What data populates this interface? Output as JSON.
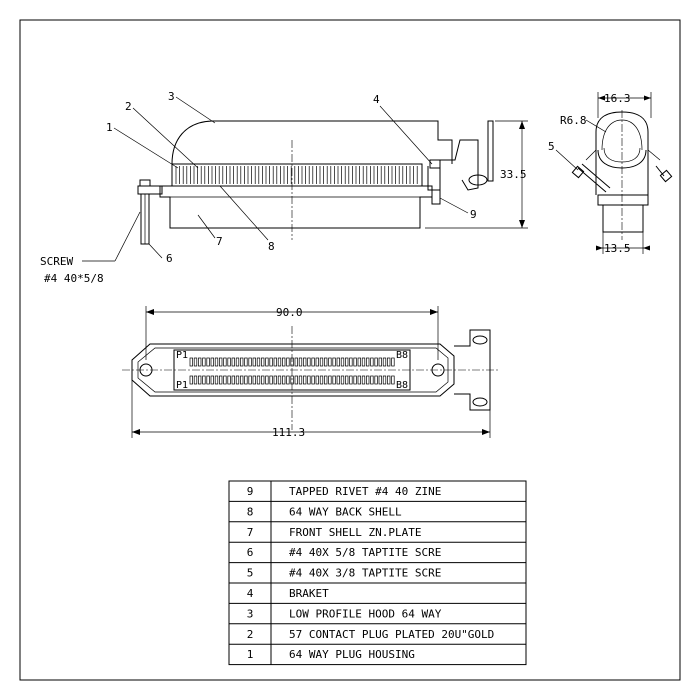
{
  "callouts": {
    "c1": "1",
    "c2": "2",
    "c3": "3",
    "c4": "4",
    "c5": "5",
    "c6": "6",
    "c7": "7",
    "c8": "8",
    "c9": "9"
  },
  "screw_label": {
    "line1": "SCREW",
    "line2": "#4 40*5/8"
  },
  "dimensions": {
    "height": "33.5",
    "side_top": "16.3",
    "side_bottom": "13.5",
    "radius": "R6.8",
    "inner_length": "90.0",
    "overall_length": "111.3"
  },
  "connector_pins": {
    "left_top": "P1",
    "left_bottom": "P1",
    "right_top": "B8",
    "right_bottom": "B8"
  },
  "bom": [
    {
      "no": "9",
      "desc": "TAPPED RIVET #4 40 ZINE"
    },
    {
      "no": "8",
      "desc": "64 WAY BACK SHELL"
    },
    {
      "no": "7",
      "desc": "FRONT SHELL ZN.PLATE"
    },
    {
      "no": "6",
      "desc": "#4 40X 5/8 TAPTITE SCRE"
    },
    {
      "no": "5",
      "desc": "#4 40X 3/8 TAPTITE SCRE"
    },
    {
      "no": "4",
      "desc": "BRAKET"
    },
    {
      "no": "3",
      "desc": "LOW PROFILE HOOD 64 WAY"
    },
    {
      "no": "2",
      "desc": "57 CONTACT PLUG PLATED 20U\"GOLD"
    },
    {
      "no": "1",
      "desc": "64 WAY PLUG HOUSING"
    }
  ]
}
